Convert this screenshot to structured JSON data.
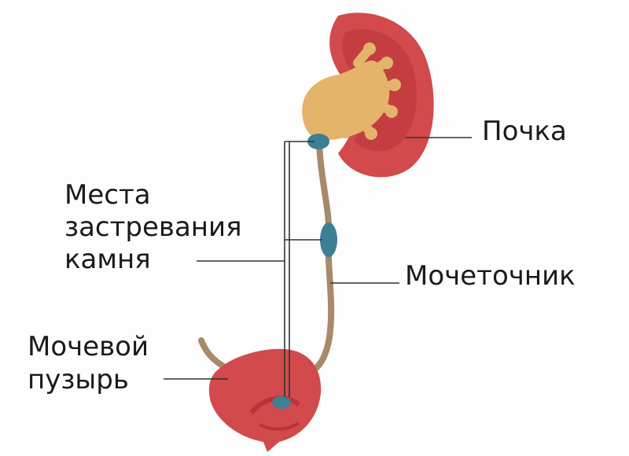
{
  "labels": {
    "kidney": "Почка",
    "ureter": "Мочеточник",
    "stone_sites": [
      "Места",
      "застревания",
      "камня"
    ],
    "bladder": [
      "Мочевой",
      "пузырь"
    ]
  },
  "colors": {
    "organ_red": "#d24a4c",
    "organ_dark": "#b83438",
    "pelvis_yellow": "#e3b46a",
    "ureter_brown": "#a78a6a",
    "stone_blue": "#3d7f95",
    "leader_line": "#333333"
  }
}
